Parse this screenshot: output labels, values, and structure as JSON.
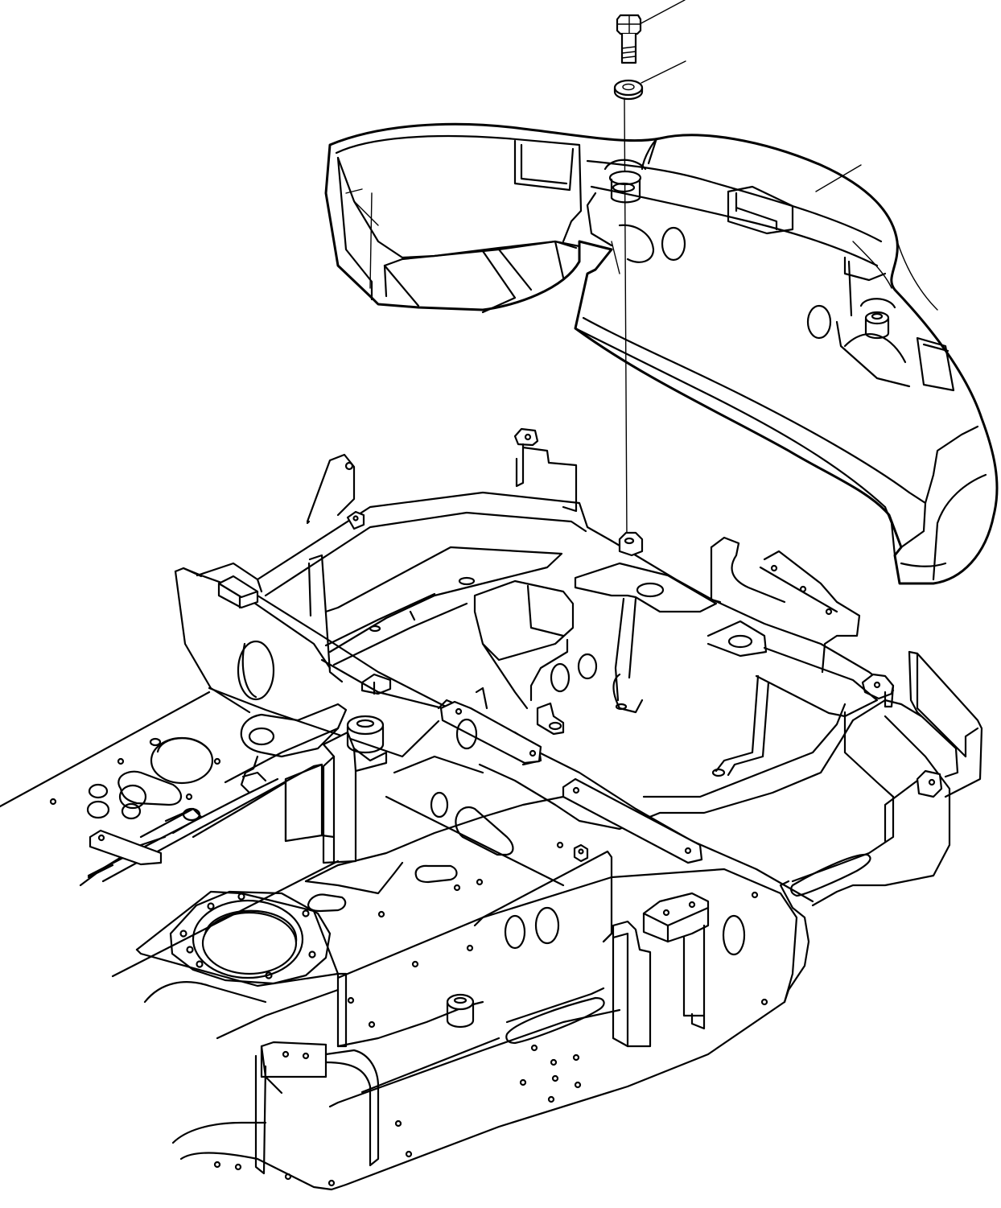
{
  "diagram": {
    "type": "exploded-parts-view",
    "parts": [
      {
        "id": "bolt",
        "icon": "hex-bolt-icon"
      },
      {
        "id": "washer",
        "icon": "washer-icon"
      },
      {
        "id": "cover",
        "icon": "counterweight-cover-icon"
      },
      {
        "id": "frame",
        "icon": "revolving-frame-icon"
      }
    ],
    "leaders": [
      "bolt",
      "washer",
      "cover"
    ],
    "colors": {
      "line": "#000000",
      "background": "#ffffff"
    }
  }
}
